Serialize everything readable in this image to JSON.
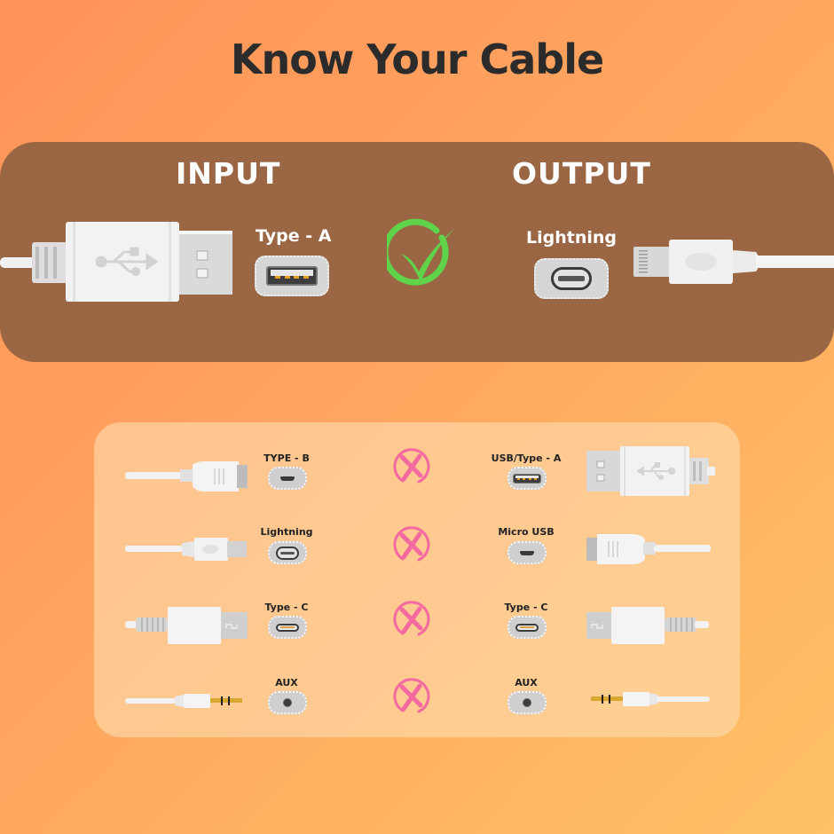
{
  "title": "Know Your Cable",
  "colors": {
    "background_start": "#ff9257",
    "background_end": "#ffc266",
    "top_panel": "#9a6644",
    "bottom_panel": "#ffdcaf",
    "title_text": "#2b2b2b",
    "check_green": "#5fd34a",
    "x_pink": "#f46aa0"
  },
  "compatible": {
    "input_header": "INPUT",
    "output_header": "OUTPUT",
    "input_port": {
      "label": "Type - A",
      "icon": "usb-a-port-icon"
    },
    "output_port": {
      "label": "Lightning",
      "icon": "lightning-port-icon"
    },
    "status_icon": "check-circle-icon"
  },
  "incompatible_rows": [
    {
      "left_label": "TYPE - B",
      "left_icon": "micro-usb-port-icon",
      "right_label": "USB/Type - A",
      "right_icon": "usb-a-port-icon",
      "status_icon": "x-circle-icon"
    },
    {
      "left_label": "Lightning",
      "left_icon": "lightning-port-icon",
      "right_label": "Micro USB",
      "right_icon": "micro-usb-port-icon",
      "status_icon": "x-circle-icon"
    },
    {
      "left_label": "Type - C",
      "left_icon": "usb-c-port-icon",
      "right_label": "Type - C",
      "right_icon": "usb-c-port-icon",
      "status_icon": "x-circle-icon"
    },
    {
      "left_label": "AUX",
      "left_icon": "aux-port-icon",
      "right_label": "AUX",
      "right_icon": "aux-port-icon",
      "status_icon": "x-circle-icon"
    }
  ]
}
